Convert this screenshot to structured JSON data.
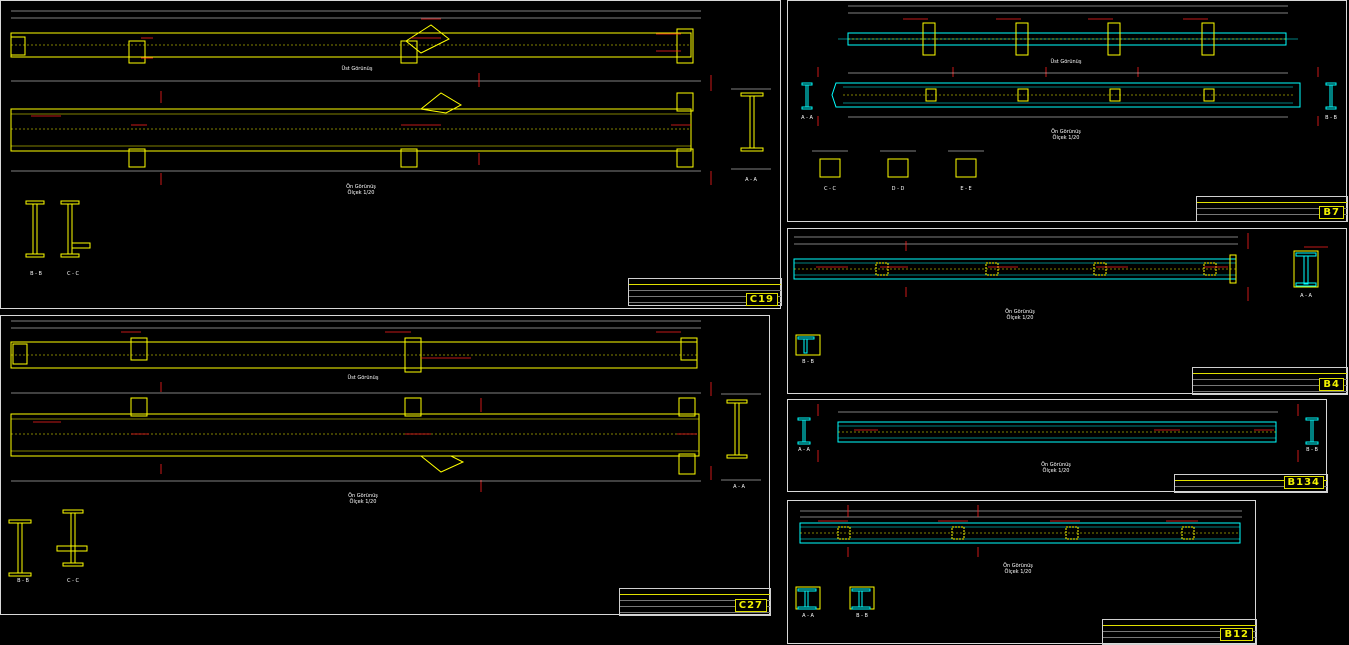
{
  "colors": {
    "background": "#000000",
    "frame": "#d8d8d8",
    "steel": "#ffff00",
    "beam": "#00ffff",
    "dimension": "#ffffff",
    "annotation": "#ff2020",
    "tag": "#ffff00"
  },
  "sheets": {
    "c19": {
      "tag": "C19",
      "views": {
        "top": "Üst Görünüş",
        "front": "Ön Görünüş",
        "scale": "Ölçek 1/20",
        "bb": "B - B",
        "cc": "C - C",
        "aa": "A - A"
      }
    },
    "c27": {
      "tag": "C27",
      "views": {
        "top": "Üst Görünüş",
        "front": "Ön Görünüş",
        "scale": "Ölçek 1/20",
        "bb": "B - B",
        "cc": "C - C",
        "aa": "A - A"
      }
    },
    "b7": {
      "tag": "B7",
      "views": {
        "top": "Üst Görünüş",
        "front": "Ön Görünüş",
        "scale": "Ölçek 1/20",
        "aa": "A - A",
        "bb": "B - B",
        "cc": "C - C",
        "dd": "D - D",
        "ee": "E - E"
      }
    },
    "b4": {
      "tag": "B4",
      "views": {
        "front": "Ön Görünüş",
        "scale": "Ölçek 1/20",
        "aa": "A - A",
        "bb": "B - B"
      }
    },
    "b134": {
      "tag": "B134",
      "views": {
        "front": "Ön Görünüş",
        "scale": "Ölçek 1/20",
        "aa": "A - A",
        "bb": "B - B"
      }
    },
    "b12": {
      "tag": "B12",
      "views": {
        "front": "Ön Görünüş",
        "scale": "Ölçek 1/20",
        "aa": "A - A",
        "bb": "B - B"
      }
    }
  }
}
